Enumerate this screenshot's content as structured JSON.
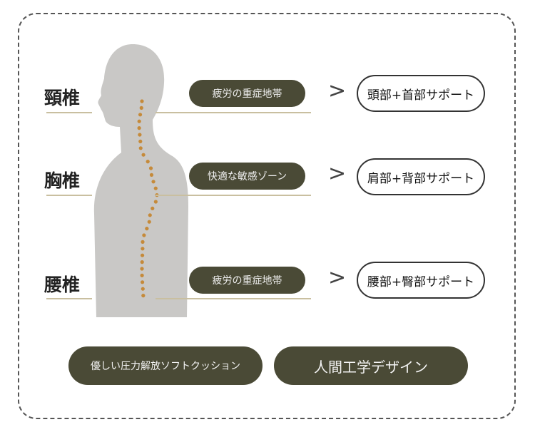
{
  "regions": [
    {
      "label": "頸椎",
      "zone": "疲労の重症地帯",
      "support": "頭部+首部サポート"
    },
    {
      "label": "胸椎",
      "zone": "快適な敏感ゾーン",
      "support": "肩部+背部サポート"
    },
    {
      "label": "腰椎",
      "zone": "疲労の重症地帯",
      "support": "腰部+臀部サポート"
    }
  ],
  "arrow": ">",
  "buttons": {
    "left": "優しい圧力解放ソフトクッション",
    "right": "人間工学デザイン"
  },
  "colors": {
    "pill": "#4a4a36",
    "spine": "#c58a3a",
    "body": "#c9c8c6",
    "line": "#c9bfa0"
  }
}
